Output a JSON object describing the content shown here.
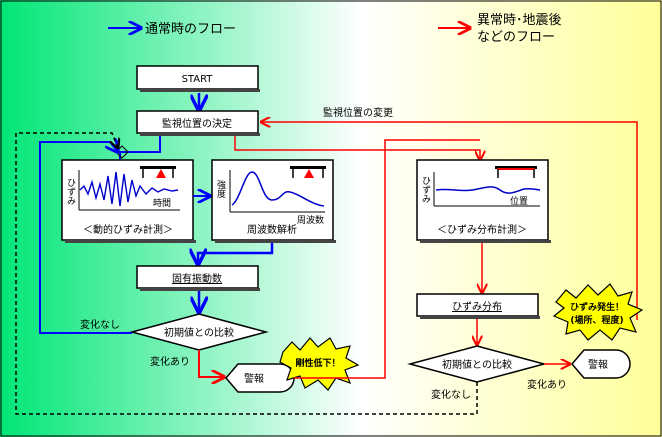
{
  "legend": {
    "normal_label": "通常時のフロー",
    "abnormal_line1": "異常時･地震後",
    "abnormal_line2": "などのフロー"
  },
  "boxes": {
    "start": "START",
    "decide_position": "監視位置の決定",
    "dynamic_caption": "＜動的ひずみ計測＞",
    "freq_caption": "周波数解析",
    "natural_freq": "固有振動数",
    "compare_left": "初期値との比較",
    "alarm_left": "警報",
    "dist_caption": "＜ひずみ分布計測＞",
    "strain_dist": "ひずみ分布",
    "compare_right": "初期値との比較",
    "alarm_right": "警報"
  },
  "graphs": {
    "dynamic_ylabel": "ひずみ",
    "dynamic_xlabel": "時間",
    "freq_ylabel": "強度",
    "freq_xlabel": "周波数",
    "dist_ylabel": "ひずみ",
    "dist_xlabel": "位置"
  },
  "labels": {
    "position_change": "監視位置の変更",
    "no_change_left": "変化なし",
    "changed_left": "変化あり",
    "changed_right": "変化あり",
    "no_change_right": "変化なし"
  },
  "bursts": {
    "stiffness_drop": "剛性低下！",
    "strain_line1": "ひずみ発生！",
    "strain_line2": "(場所、程度)"
  },
  "colors": {
    "normal_flow": "#0000ff",
    "abnormal_flow": "#ff0000",
    "left_bg": "#00e676",
    "right_bg": "#ffff99",
    "burst_fill": "#ffff00"
  }
}
